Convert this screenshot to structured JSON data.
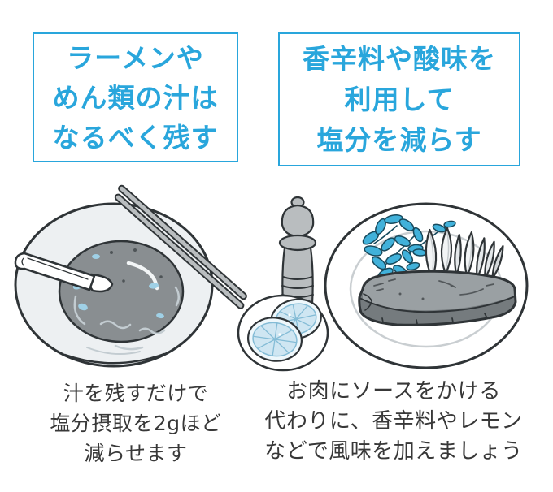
{
  "figure": {
    "left_panel": {
      "title_lines": [
        "ラーメンや",
        "めん類の汁は",
        "なるべく残す"
      ],
      "caption_lines": [
        "汁を残すだけで",
        "塩分摂取を2gほど",
        "減らせます"
      ],
      "illustration_items": [
        "ramen-bowl",
        "soup",
        "ladle",
        "chopsticks",
        "scallion-bits"
      ]
    },
    "right_panel": {
      "title_lines": [
        "香辛料や酸味を",
        "利用して",
        "塩分を減らす"
      ],
      "caption_lines": [
        "お肉にソースをかける",
        "代わりに、香辛料やレモン",
        "などで風味を加えましょう"
      ],
      "illustration_items": [
        "pepper-mill",
        "lemon-slice-plate",
        "dinner-plate",
        "steak",
        "herb-garnish",
        "lemon-wedges"
      ]
    }
  },
  "colors": {
    "accent": "#29a6dc",
    "text_dark": "#383838",
    "outline": "#2f3437",
    "bowl_fill": "#edf0f2",
    "soup_fill": "#898e91",
    "soup_highlight": "#c3ccd1",
    "garnish_blue": "#9fd0e6",
    "gray_object": "#b9bdbf",
    "plate_rim": "#c9ced1",
    "steak_top": "#9aa0a3",
    "steak_side": "#757b7e",
    "herb_blue": "#41b1da",
    "herb_line": "#17495c",
    "lemon_blue": "#cfe6f2",
    "lemon_rim": "#eef7fb",
    "lemon_line": "#84bcd6",
    "wedge_white": "#f2f4f5",
    "wedge_mid": "#e4e8ea",
    "wedge_shade": "#d4d8da"
  }
}
